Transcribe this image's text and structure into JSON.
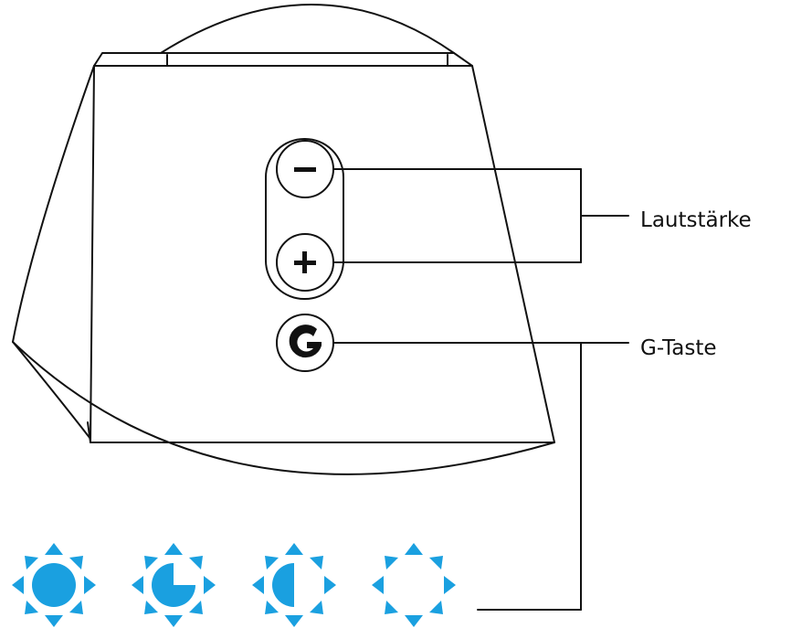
{
  "labels": {
    "volume": "Lautstärke",
    "g_key": "G-Taste"
  },
  "buttons": {
    "volume_down_symbol": "minus-icon",
    "volume_up_symbol": "plus-icon",
    "g_key_symbol": "logitech-g-icon"
  },
  "lighting_states": [
    {
      "name": "full",
      "icon": "sun-full-icon"
    },
    {
      "name": "three-quarter",
      "icon": "sun-three-quarter-icon"
    },
    {
      "name": "half",
      "icon": "sun-half-icon"
    },
    {
      "name": "off",
      "icon": "sun-empty-icon"
    }
  ],
  "colors": {
    "line": "#111111",
    "light_blue": "#1aa0e0",
    "background": "#ffffff"
  }
}
